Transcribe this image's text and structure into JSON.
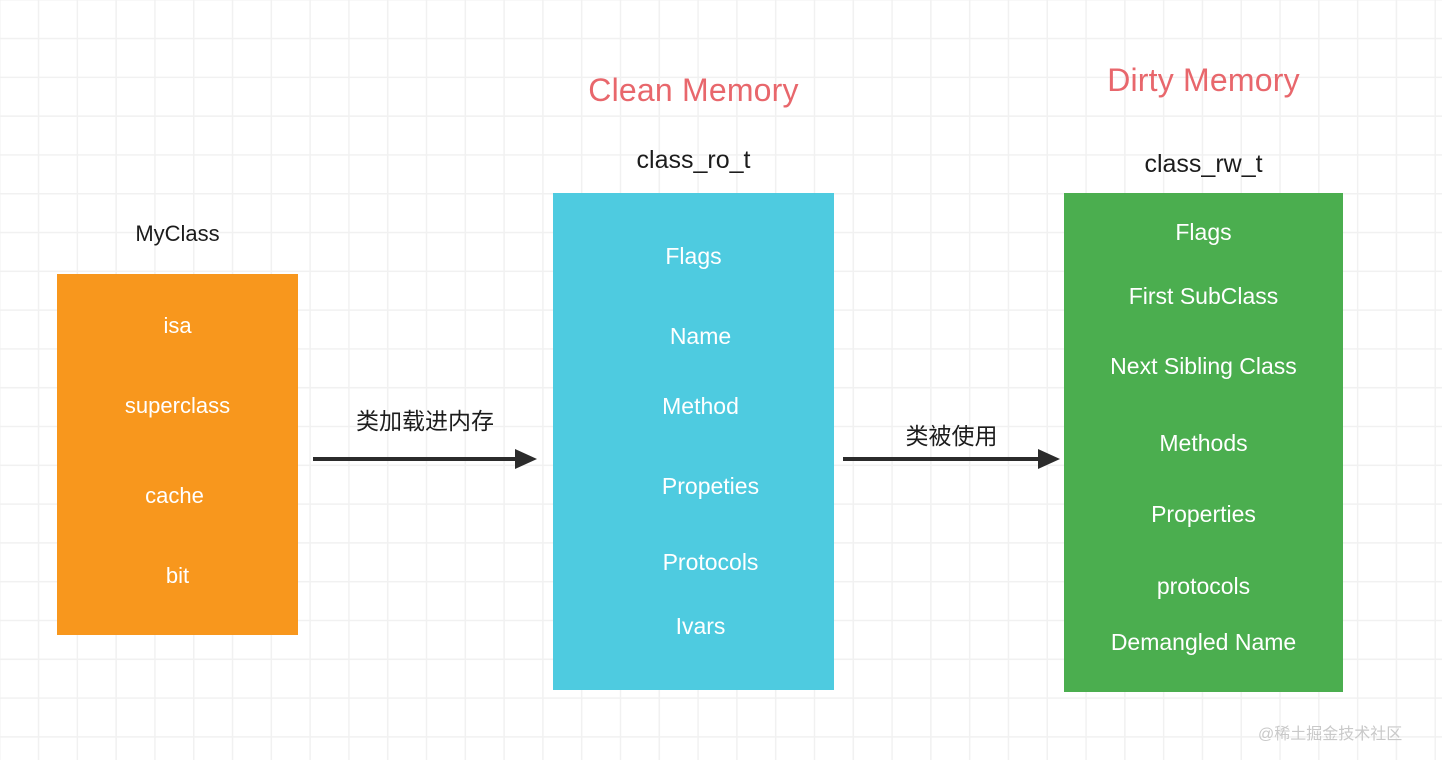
{
  "diagram": {
    "background": {
      "grid": true,
      "grid_color": "#f1f1f1",
      "page_color": "#ffffff"
    },
    "headings": [
      {
        "name": "clean-memory",
        "text": "Clean Memory",
        "color": "#e8676c"
      },
      {
        "name": "dirty-memory",
        "text": "Dirty Memory",
        "color": "#e8676c"
      }
    ],
    "struct_names": [
      {
        "name": "class-ro-t",
        "text": "class_ro_t"
      },
      {
        "name": "class-rw-t",
        "text": "class_rw_t"
      }
    ],
    "boxes": [
      {
        "id": "myclass",
        "caption": "MyClass",
        "color": "#f8971d",
        "fields": [
          "isa",
          "superclass",
          "cache",
          "bit"
        ]
      },
      {
        "id": "class_ro_t",
        "caption": "",
        "color": "#4ecbe0",
        "fields": [
          "Flags",
          "Name",
          "Method",
          "Propeties",
          "Protocols",
          "Ivars"
        ]
      },
      {
        "id": "class_rw_t",
        "caption": "",
        "color": "#4bae4f",
        "fields": [
          "Flags",
          "First SubClass",
          "Next Sibling Class",
          "Methods",
          "Properties",
          "protocols",
          "Demangled Name"
        ]
      }
    ],
    "arrows": [
      {
        "id": "load",
        "label": "类加载进内存",
        "color": "#2b2b2b"
      },
      {
        "id": "use",
        "label": "类被使用",
        "color": "#2b2b2b"
      }
    ],
    "watermark": "@稀土掘金技术社区"
  }
}
